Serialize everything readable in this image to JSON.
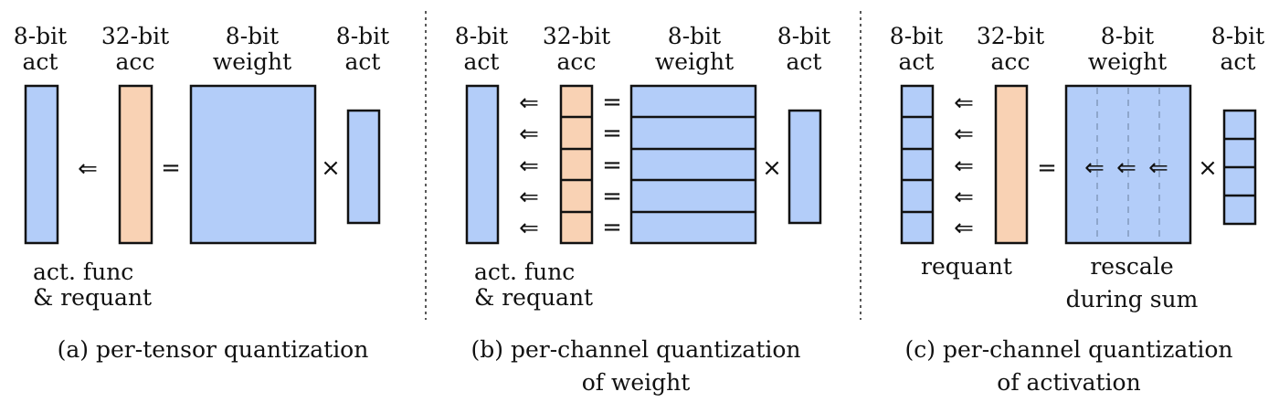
{
  "panels": [
    {
      "labels": {
        "act_in_l1": "8-bit",
        "act_in_l2": "act",
        "acc_l1": "32-bit",
        "acc_l2": "acc",
        "weight_l1": "8-bit",
        "weight_l2": "weight",
        "act_r_l1": "8-bit",
        "act_r_l2": "act"
      },
      "note_l1": "act. func",
      "note_l2": "& requant",
      "caption_l1": "(a) per-tensor quantization",
      "caption_l2": ""
    },
    {
      "labels": {
        "act_in_l1": "8-bit",
        "act_in_l2": "act",
        "acc_l1": "32-bit",
        "acc_l2": "acc",
        "weight_l1": "8-bit",
        "weight_l2": "weight",
        "act_r_l1": "8-bit",
        "act_r_l2": "act"
      },
      "note_l1": "act. func",
      "note_l2": "& requant",
      "caption_l1": "(b) per-channel quantization",
      "caption_l2": "of weight"
    },
    {
      "labels": {
        "act_in_l1": "8-bit",
        "act_in_l2": "act",
        "acc_l1": "32-bit",
        "acc_l2": "acc",
        "weight_l1": "8-bit",
        "weight_l2": "weight",
        "act_r_l1": "8-bit",
        "act_r_l2": "act"
      },
      "note_l1": "requant",
      "note2_l1": "rescale",
      "note2_l2": "during sum",
      "caption_l1": "(c) per-channel quantization",
      "caption_l2": "of activation"
    }
  ],
  "symbols": {
    "arrow": "⇐",
    "equals": "=",
    "times": "×"
  },
  "colors": {
    "activation_fill": "#b3cdf9",
    "accumulator_fill": "#f9d2b4"
  }
}
